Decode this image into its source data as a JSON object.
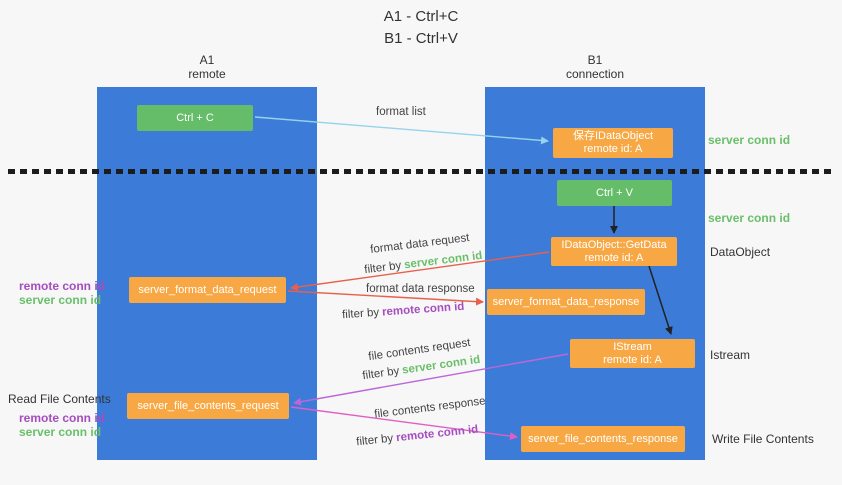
{
  "title": {
    "line1": "A1 - Ctrl+C",
    "line2": "B1 - Ctrl+V"
  },
  "lanes": {
    "left": {
      "name": "A1",
      "subtitle": "remote"
    },
    "right": {
      "name": "B1",
      "subtitle": "connection"
    }
  },
  "nodes": {
    "ctrl_c": {
      "label": "Ctrl + C"
    },
    "ctrl_v": {
      "label": "Ctrl + V"
    },
    "save_dataobject": {
      "line1": "保存IDataObject",
      "line2": "remote id: A"
    },
    "getdata": {
      "line1": "IDataObject::GetData",
      "line2": "remote id: A"
    },
    "istream": {
      "line1": "IStream",
      "line2": "remote id: A"
    },
    "format_request": {
      "label": "server_format_data_request"
    },
    "format_response": {
      "label": "server_format_data_response"
    },
    "file_request": {
      "label": "server_file_contents_request"
    },
    "file_response": {
      "label": "server_file_contents_response"
    }
  },
  "arrow_labels": {
    "format_list": "format list",
    "format_data_request": "format data request",
    "format_data_response": "format data response",
    "file_contents_request": "file contents request",
    "file_contents_response": "file contents response",
    "filter_by": "filter by",
    "server_conn_id": "server conn id",
    "remote_conn_id": "remote conn id"
  },
  "side_labels": {
    "server_conn_id_top": "server conn id",
    "server_conn_id_mid": "server conn id",
    "dataobject": "DataObject",
    "istream": "Istream",
    "read_file_contents": "Read File Contents",
    "write_file_contents": "Write File Contents",
    "remote_conn_id_format": "remote conn id",
    "server_conn_id_format": "server conn id",
    "remote_conn_id_file": "remote conn id",
    "server_conn_id_file": "server conn id"
  },
  "colors": {
    "lane_blue": "#3c7cd8",
    "green_node": "#66bd69",
    "orange_node": "#f7a844",
    "green_text": "#6abf6a",
    "purple_text": "#a64dbf",
    "arrow_blue": "#96d3ec",
    "arrow_red": "#e8604c",
    "arrow_violet": "#bc66d8",
    "arrow_magenta": "#df5fc4",
    "arrow_black": "#222222"
  }
}
